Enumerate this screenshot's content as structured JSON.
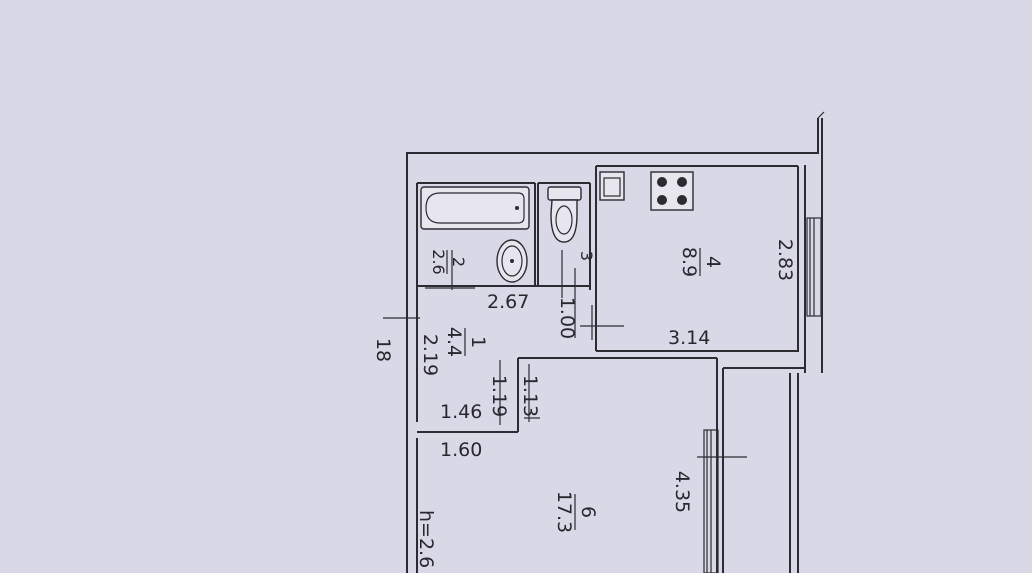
{
  "plan": {
    "rooms": [
      {
        "number": "1",
        "area": "4.4"
      },
      {
        "number": "2",
        "area": "2.6"
      },
      {
        "number": "3",
        "area": "1.00"
      },
      {
        "number": "4",
        "area": "8.9"
      },
      {
        "number": "6",
        "area": "17.3"
      }
    ],
    "dimensions": {
      "d267": "2.67",
      "d314": "3.14",
      "d283": "2.83",
      "d219": "2.19",
      "d18": "18",
      "d119": "1.19",
      "d113": "1.13",
      "d146": "1.46",
      "d160": "1.60",
      "d435": "4.35"
    },
    "ceiling_height": "h=2.6"
  }
}
